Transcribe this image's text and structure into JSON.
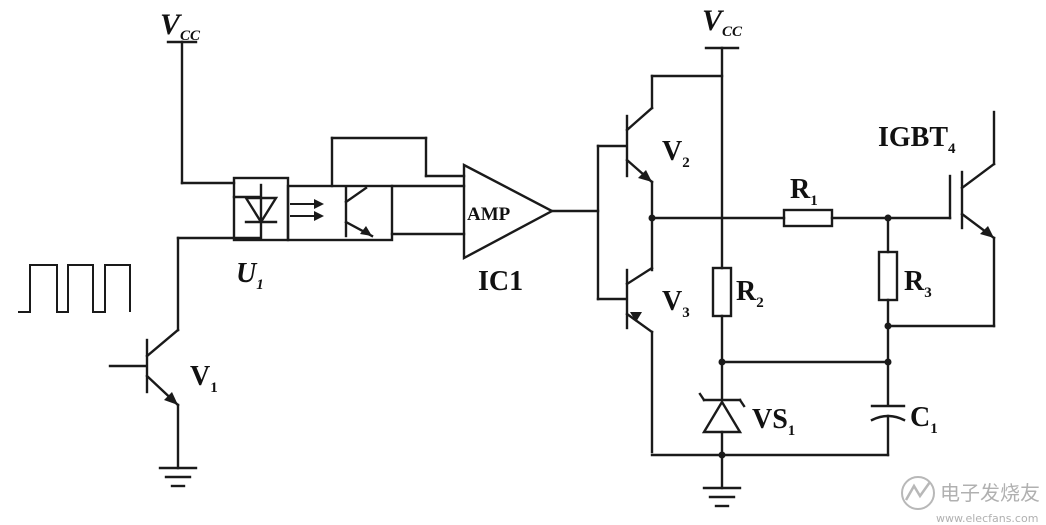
{
  "labels": {
    "vcc_left": {
      "main": "V",
      "sub": "CC"
    },
    "vcc_right": {
      "main": "V",
      "sub": "CC"
    },
    "u1": {
      "main": "U",
      "sub": "1"
    },
    "amp": "AMP",
    "ic1": "IC1",
    "v1": {
      "main": "V",
      "sub": "1"
    },
    "v2": {
      "main": "V",
      "sub": "2"
    },
    "v3": {
      "main": "V",
      "sub": "3"
    },
    "r1": {
      "main": "R",
      "sub": "1"
    },
    "r2": {
      "main": "R",
      "sub": "2"
    },
    "r3": {
      "main": "R",
      "sub": "3"
    },
    "vs1": {
      "main": "VS",
      "sub": "1"
    },
    "c1": {
      "main": "C",
      "sub": "1"
    },
    "igbt": {
      "main": "IGBT",
      "sub": "4"
    }
  },
  "watermark": {
    "logo_text": "电子发烧友",
    "url_text": "www.elecfans.com"
  },
  "colors": {
    "wire": "#1a1a1a",
    "watermark": "#b0b0b0"
  }
}
